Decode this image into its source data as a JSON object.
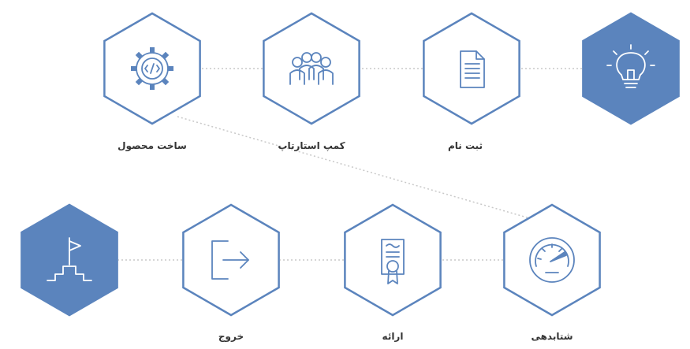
{
  "colors": {
    "accent": "#5b84bd",
    "stroke": "#5b84bd",
    "connector": "#c8c8c8",
    "label": "#333333",
    "background": "#ffffff"
  },
  "steps": [
    {
      "id": "idea",
      "label": "",
      "icon": "lightbulb-icon",
      "filled": true
    },
    {
      "id": "register",
      "label": "ثبت نام",
      "icon": "document-icon",
      "filled": false
    },
    {
      "id": "bootcamp",
      "label": "کمپ استارتاپ",
      "icon": "team-icon",
      "filled": false
    },
    {
      "id": "build",
      "label": "ساخت محصول",
      "icon": "gear-code-icon",
      "filled": false
    },
    {
      "id": "accelerate",
      "label": "شتابدهی",
      "icon": "speedometer-icon",
      "filled": false
    },
    {
      "id": "present",
      "label": "ارائه",
      "icon": "certificate-icon",
      "filled": false
    },
    {
      "id": "exit",
      "label": "خروج",
      "icon": "exit-icon",
      "filled": false
    },
    {
      "id": "goal",
      "label": "",
      "icon": "summit-flag-icon",
      "filled": true
    }
  ]
}
